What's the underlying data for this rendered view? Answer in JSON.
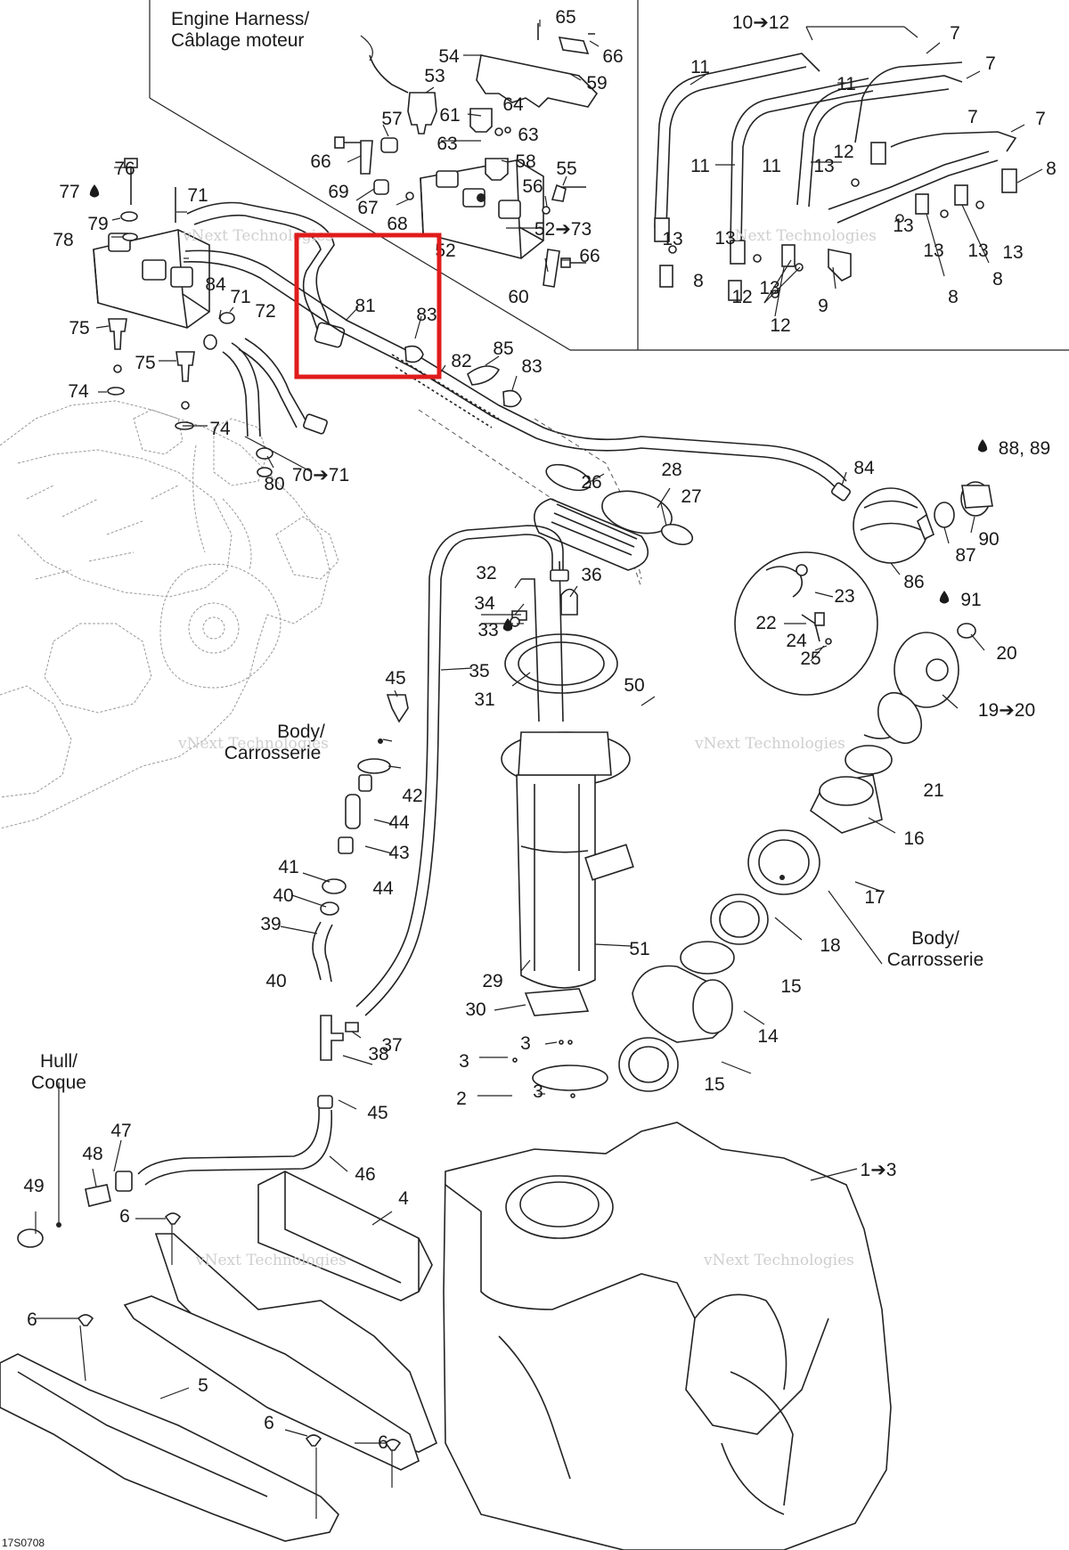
{
  "notes": [
    {
      "id": "engine-harness",
      "lines": [
        "Engine Harness/",
        "Câblage moteur"
      ]
    },
    {
      "id": "body-top",
      "lines": [
        "Body/",
        "Carrosserie"
      ]
    },
    {
      "id": "body-right",
      "lines": [
        "Body/",
        "Carrosserie"
      ]
    },
    {
      "id": "hull",
      "lines": [
        "Hull/",
        "Coque"
      ]
    }
  ],
  "callouts": [
    {
      "text": "65"
    },
    {
      "text": "66"
    },
    {
      "text": "54"
    },
    {
      "text": "59"
    },
    {
      "text": "53"
    },
    {
      "text": "61"
    },
    {
      "text": "64"
    },
    {
      "text": "63"
    },
    {
      "text": "57"
    },
    {
      "text": "63"
    },
    {
      "text": "58"
    },
    {
      "text": "66"
    },
    {
      "text": "69"
    },
    {
      "text": "55"
    },
    {
      "text": "56"
    },
    {
      "text": "67"
    },
    {
      "text": "68"
    },
    {
      "text": "52"
    },
    {
      "text": "52➔73"
    },
    {
      "text": "66"
    },
    {
      "text": "60"
    },
    {
      "text": "76"
    },
    {
      "text": "77"
    },
    {
      "text": "71"
    },
    {
      "text": "79"
    },
    {
      "text": "78"
    },
    {
      "text": "84"
    },
    {
      "text": "71"
    },
    {
      "text": "72"
    },
    {
      "text": "75"
    },
    {
      "text": "75"
    },
    {
      "text": "74"
    },
    {
      "text": "74"
    },
    {
      "text": "80"
    },
    {
      "text": "70➔71"
    },
    {
      "text": "81"
    },
    {
      "text": "83"
    },
    {
      "text": "82"
    },
    {
      "text": "85"
    },
    {
      "text": "83"
    },
    {
      "text": "10➔12"
    },
    {
      "text": "7"
    },
    {
      "text": "7"
    },
    {
      "text": "7"
    },
    {
      "text": "7"
    },
    {
      "text": "11"
    },
    {
      "text": "11"
    },
    {
      "text": "11"
    },
    {
      "text": "11"
    },
    {
      "text": "12"
    },
    {
      "text": "8"
    },
    {
      "text": "13"
    },
    {
      "text": "13"
    },
    {
      "text": "13"
    },
    {
      "text": "13"
    },
    {
      "text": "13"
    },
    {
      "text": "13"
    },
    {
      "text": "13"
    },
    {
      "text": "8"
    },
    {
      "text": "12"
    },
    {
      "text": "13"
    },
    {
      "text": "9"
    },
    {
      "text": "12"
    },
    {
      "text": "8"
    },
    {
      "text": "8"
    },
    {
      "text": "84"
    },
    {
      "text": "88, 89"
    },
    {
      "text": "28"
    },
    {
      "text": "26"
    },
    {
      "text": "27"
    },
    {
      "text": "90"
    },
    {
      "text": "87"
    },
    {
      "text": "86"
    },
    {
      "text": "91"
    },
    {
      "text": "32"
    },
    {
      "text": "36"
    },
    {
      "text": "34"
    },
    {
      "text": "33"
    },
    {
      "text": "23"
    },
    {
      "text": "22"
    },
    {
      "text": "24"
    },
    {
      "text": "25"
    },
    {
      "text": "20"
    },
    {
      "text": "35"
    },
    {
      "text": "31"
    },
    {
      "text": "45"
    },
    {
      "text": "50"
    },
    {
      "text": "19➔20"
    },
    {
      "text": "42"
    },
    {
      "text": "44"
    },
    {
      "text": "43"
    },
    {
      "text": "21"
    },
    {
      "text": "41"
    },
    {
      "text": "44"
    },
    {
      "text": "40"
    },
    {
      "text": "16"
    },
    {
      "text": "17"
    },
    {
      "text": "39"
    },
    {
      "text": "18"
    },
    {
      "text": "51"
    },
    {
      "text": "29"
    },
    {
      "text": "40"
    },
    {
      "text": "15"
    },
    {
      "text": "30"
    },
    {
      "text": "14"
    },
    {
      "text": "37"
    },
    {
      "text": "3"
    },
    {
      "text": "3"
    },
    {
      "text": "38"
    },
    {
      "text": "15"
    },
    {
      "text": "2"
    },
    {
      "text": "3"
    },
    {
      "text": "45"
    },
    {
      "text": "47"
    },
    {
      "text": "48"
    },
    {
      "text": "46"
    },
    {
      "text": "1➔3"
    },
    {
      "text": "49"
    },
    {
      "text": "6"
    },
    {
      "text": "4"
    },
    {
      "text": "6"
    },
    {
      "text": "5"
    },
    {
      "text": "6"
    },
    {
      "text": "6"
    }
  ],
  "drop_icon": "drop-icon",
  "watermark": "vNext Technologies",
  "footer_code": "17S0708",
  "highlight_color": "#e01b1b",
  "highlight_target": "81"
}
